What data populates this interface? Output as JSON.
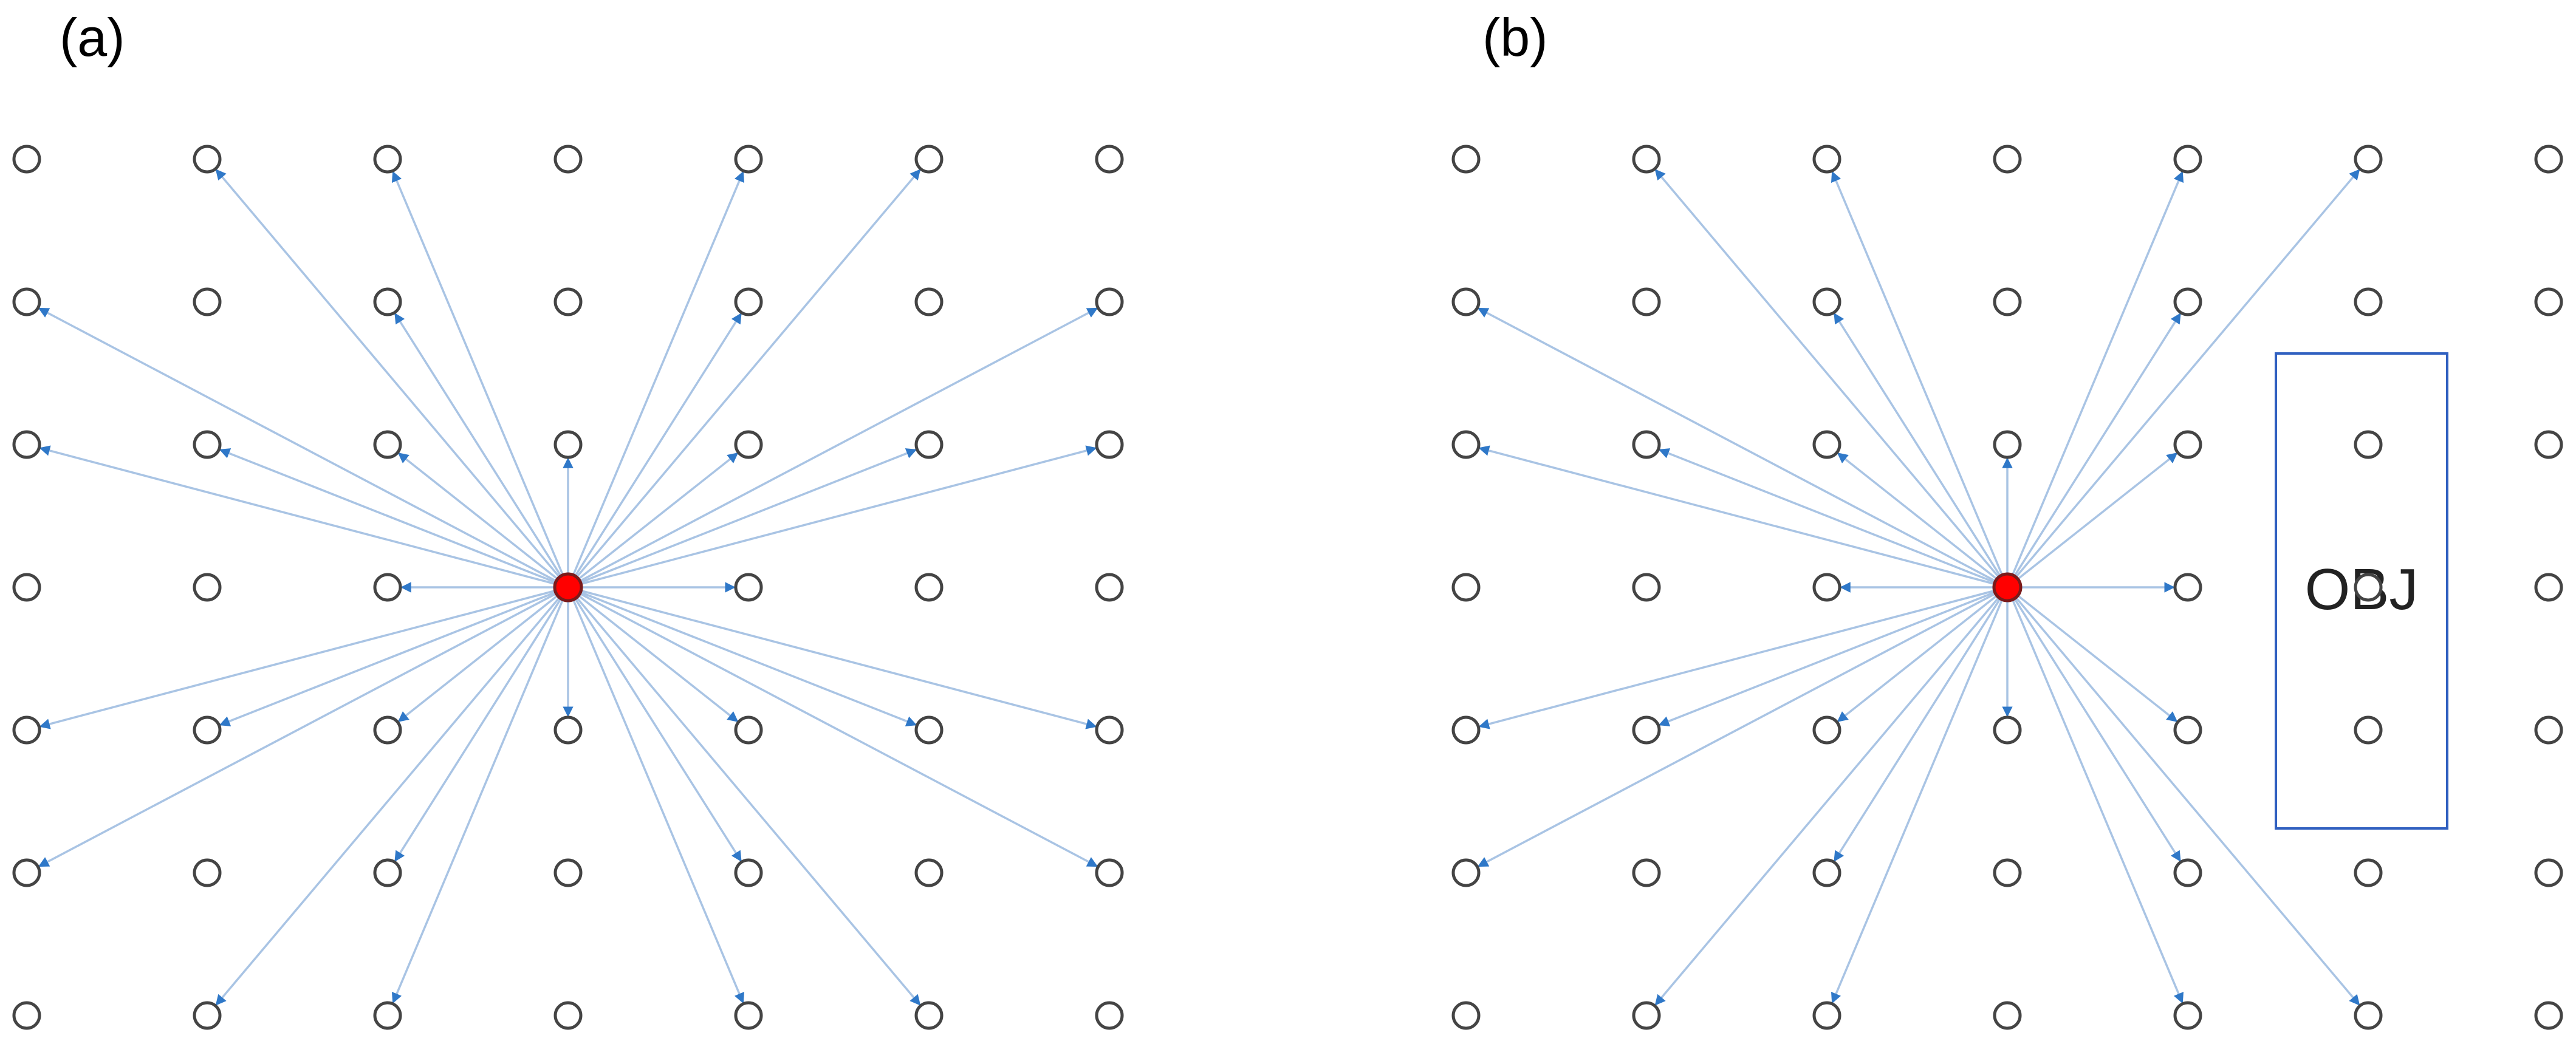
{
  "panels": [
    {
      "label": "(a)",
      "grid": {
        "cols": 7,
        "rows": 7
      },
      "source": {
        "col": 3,
        "row": 3
      },
      "targets": [
        [
          1,
          0
        ],
        [
          2,
          0
        ],
        [
          4,
          0
        ],
        [
          5,
          0
        ],
        [
          0,
          1
        ],
        [
          2,
          1
        ],
        [
          4,
          1
        ],
        [
          6,
          1
        ],
        [
          0,
          2
        ],
        [
          1,
          2
        ],
        [
          2,
          2
        ],
        [
          3,
          2
        ],
        [
          4,
          2
        ],
        [
          5,
          2
        ],
        [
          6,
          2
        ],
        [
          2,
          3
        ],
        [
          4,
          3
        ],
        [
          0,
          4
        ],
        [
          1,
          4
        ],
        [
          2,
          4
        ],
        [
          3,
          4
        ],
        [
          4,
          4
        ],
        [
          5,
          4
        ],
        [
          6,
          4
        ],
        [
          0,
          5
        ],
        [
          2,
          5
        ],
        [
          4,
          5
        ],
        [
          6,
          5
        ],
        [
          1,
          6
        ],
        [
          2,
          6
        ],
        [
          4,
          6
        ],
        [
          5,
          6
        ]
      ],
      "obstacle": null
    },
    {
      "label": "(b)",
      "grid": {
        "cols": 7,
        "rows": 7
      },
      "source": {
        "col": 3,
        "row": 3
      },
      "targets": [
        [
          1,
          0
        ],
        [
          2,
          0
        ],
        [
          4,
          0
        ],
        [
          5,
          0
        ],
        [
          0,
          1
        ],
        [
          2,
          1
        ],
        [
          4,
          1
        ],
        [
          0,
          2
        ],
        [
          1,
          2
        ],
        [
          2,
          2
        ],
        [
          3,
          2
        ],
        [
          4,
          2
        ],
        [
          2,
          3
        ],
        [
          4,
          3
        ],
        [
          0,
          4
        ],
        [
          1,
          4
        ],
        [
          2,
          4
        ],
        [
          3,
          4
        ],
        [
          4,
          4
        ],
        [
          0,
          5
        ],
        [
          2,
          5
        ],
        [
          4,
          5
        ],
        [
          1,
          6
        ],
        [
          2,
          6
        ],
        [
          4,
          6
        ],
        [
          5,
          6
        ]
      ],
      "obstacle": {
        "label": "OBJ"
      }
    }
  ],
  "colors": {
    "node_stroke": "#444444",
    "source_fill": "#ff0000",
    "source_stroke": "#7a1a1a",
    "arrow_line": "#a9c4e4",
    "arrow_head": "#2f78c8",
    "obstacle_stroke": "#3060c0"
  }
}
